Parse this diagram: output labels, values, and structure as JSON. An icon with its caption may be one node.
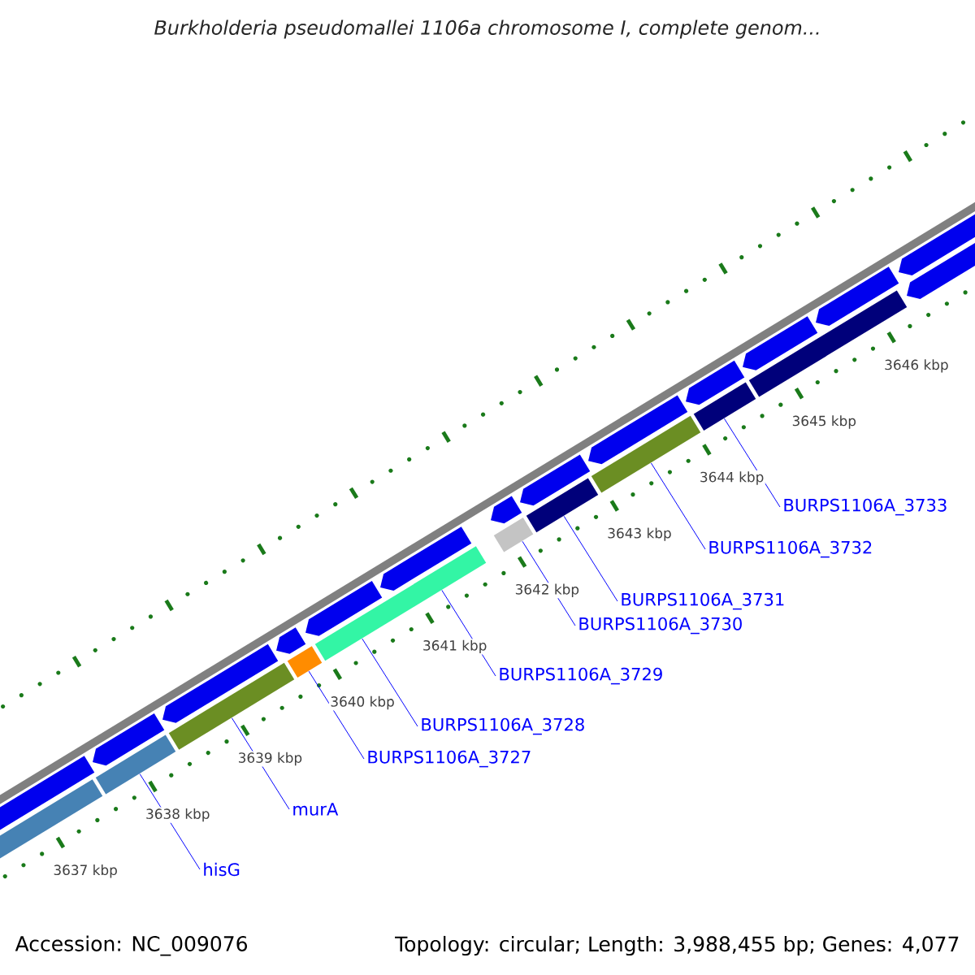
{
  "diagram": {
    "title": "Burkholderia pseudomallei 1106a chromosome I, complete genom...",
    "nodes": [
      {
        "text": [
          "hisG"
        ]
      },
      {
        "text": [
          "murA"
        ]
      },
      {
        "text": [
          "BURPS1106A_3727"
        ]
      },
      {
        "text": [
          "BURPS1106A_3728"
        ]
      },
      {
        "text": [
          "BURPS1106A_3729"
        ]
      },
      {
        "text": [
          "BURPS1106A_3730"
        ]
      },
      {
        "text": [
          "BURPS1106A_3731"
        ]
      },
      {
        "text": [
          "BURPS1106A_3732"
        ]
      },
      {
        "text": [
          "BURPS1106A_3733"
        ]
      },
      {
        "text": [],
        "shape": "bar"
      },
      {
        "text": [],
        "shape": "bar"
      },
      {
        "text": [],
        "shape": "bar"
      },
      {
        "text": [],
        "shape": "bar"
      },
      {
        "text": [],
        "shape": "bar"
      },
      {
        "text": [],
        "shape": "bar"
      },
      {
        "text": [],
        "shape": "bar"
      },
      {
        "text": [],
        "shape": "bar"
      }
    ],
    "edges": [
      {
        "from": 0,
        "to": 9,
        "arrow": "none"
      },
      {
        "from": 1,
        "to": 10,
        "arrow": "none"
      },
      {
        "from": 2,
        "to": 11,
        "arrow": "none"
      },
      {
        "from": 3,
        "to": 12,
        "arrow": "none"
      },
      {
        "from": 4,
        "to": 12,
        "arrow": "none"
      },
      {
        "from": 5,
        "to": 13,
        "arrow": "none"
      },
      {
        "from": 6,
        "to": 14,
        "arrow": "none"
      },
      {
        "from": 7,
        "to": 15,
        "arrow": "none"
      },
      {
        "from": 8,
        "to": 16,
        "arrow": "none"
      }
    ],
    "labels": [
      "3637 kbp",
      "3638 kbp",
      "3639 kbp",
      "3640 kbp",
      "3641 kbp",
      "3642 kbp",
      "3643 kbp",
      "3644 kbp",
      "3645 kbp",
      "3646 kbp",
      "Accession: NC_009076",
      "Topology: circular; Length: 3,988,455 bp; Genes: 4,077"
    ]
  }
}
